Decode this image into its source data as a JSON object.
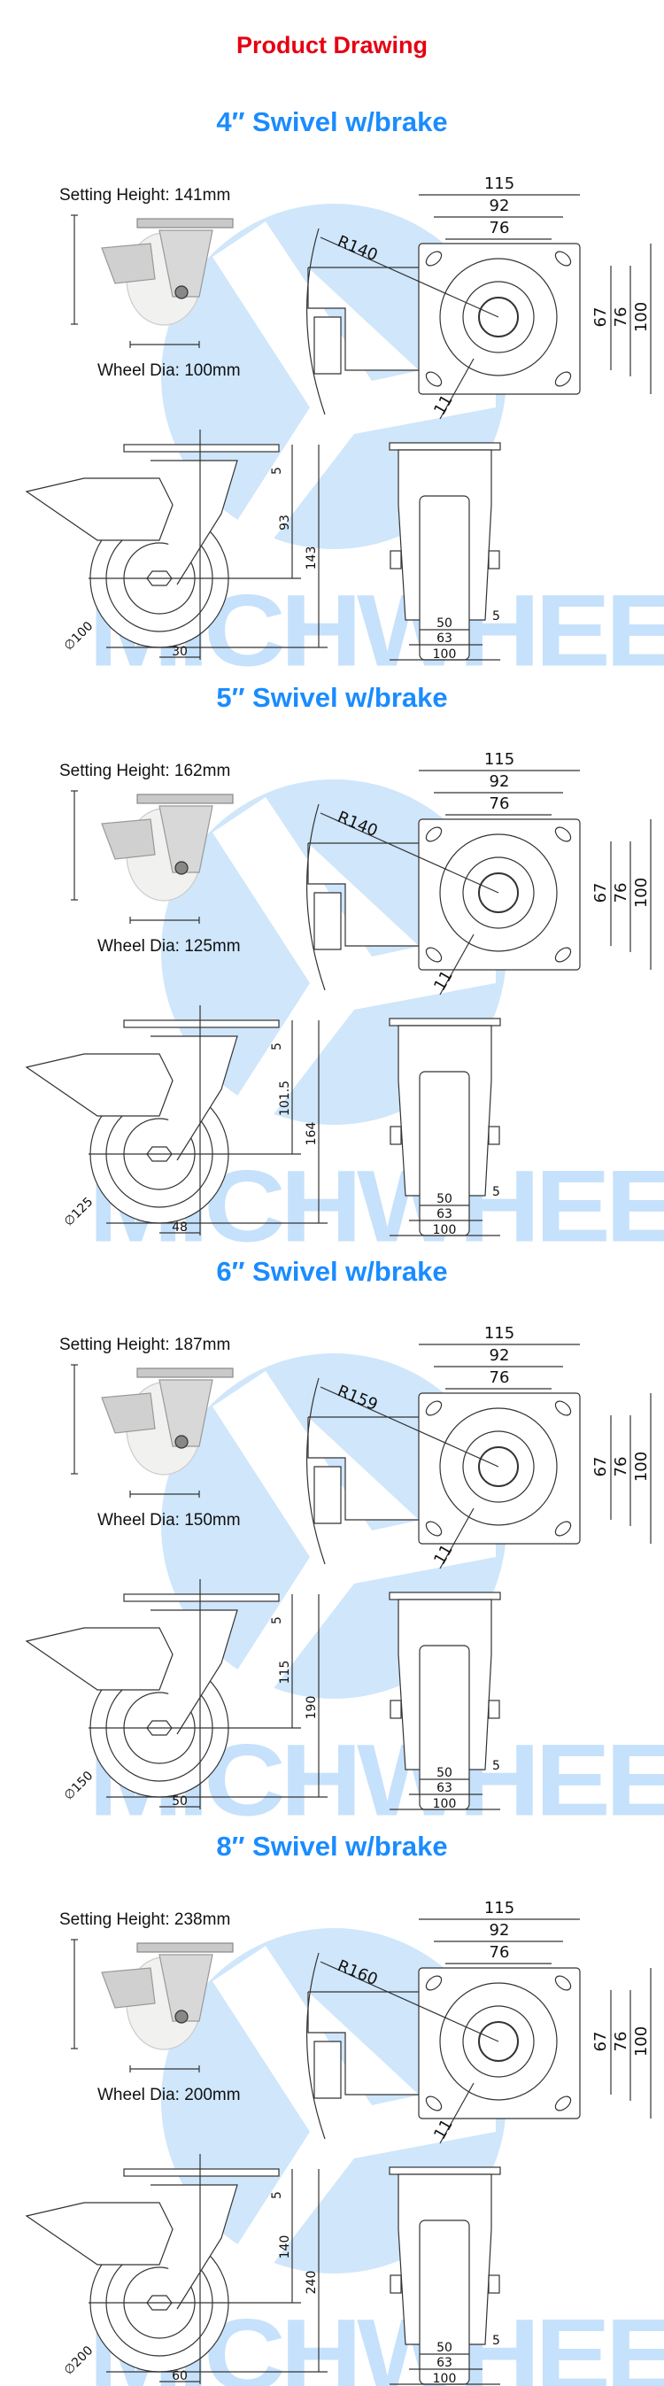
{
  "page_title": "Product Drawing",
  "watermark": "MICHWHEEL",
  "sections": [
    {
      "title": "4″ Swivel w/brake",
      "setting_height_label": "Setting Height:",
      "setting_height": "141mm",
      "wheel_dia_label": "Wheel Dia:",
      "wheel_dia": "100mm",
      "top_dims": [
        "115",
        "92",
        "76"
      ],
      "right_dims": [
        "67",
        "76",
        "100"
      ],
      "radius": "R140",
      "hole": "11",
      "side_dims": {
        "top_gap": "5",
        "axle_height": "93",
        "total_height": "143",
        "diameter": "∅100",
        "offset": "30"
      },
      "front_dims": {
        "tread": "50",
        "inner": "63",
        "outer": "100",
        "gap": "5"
      }
    },
    {
      "title": "5″ Swivel w/brake",
      "setting_height_label": "Setting Height:",
      "setting_height": "162mm",
      "wheel_dia_label": "Wheel Dia:",
      "wheel_dia": "125mm",
      "top_dims": [
        "115",
        "92",
        "76"
      ],
      "right_dims": [
        "67",
        "76",
        "100"
      ],
      "radius": "R140",
      "hole": "11",
      "side_dims": {
        "top_gap": "5",
        "axle_height": "101.5",
        "total_height": "164",
        "diameter": "∅125",
        "offset": "48"
      },
      "front_dims": {
        "tread": "50",
        "inner": "63",
        "outer": "100",
        "gap": "5"
      }
    },
    {
      "title": "6″ Swivel w/brake",
      "setting_height_label": "Setting Height:",
      "setting_height": "187mm",
      "wheel_dia_label": "Wheel Dia:",
      "wheel_dia": "150mm",
      "top_dims": [
        "115",
        "92",
        "76"
      ],
      "right_dims": [
        "67",
        "76",
        "100"
      ],
      "radius": "R159",
      "hole": "11",
      "side_dims": {
        "top_gap": "5",
        "axle_height": "115",
        "total_height": "190",
        "diameter": "∅150",
        "offset": "50"
      },
      "front_dims": {
        "tread": "50",
        "inner": "63",
        "outer": "100",
        "gap": "5"
      }
    },
    {
      "title": "8″ Swivel w/brake",
      "setting_height_label": "Setting Height:",
      "setting_height": "238mm",
      "wheel_dia_label": "Wheel Dia:",
      "wheel_dia": "200mm",
      "top_dims": [
        "115",
        "92",
        "76"
      ],
      "right_dims": [
        "67",
        "76",
        "100"
      ],
      "radius": "R160",
      "hole": "11",
      "side_dims": {
        "top_gap": "5",
        "axle_height": "140",
        "total_height": "240",
        "diameter": "∅200",
        "offset": "60"
      },
      "front_dims": {
        "tread": "50",
        "inner": "63",
        "outer": "100",
        "gap": "5"
      }
    }
  ],
  "colors": {
    "title": "#e60012",
    "section_title": "#1a8cff",
    "watermark": "#c6e1fb"
  }
}
